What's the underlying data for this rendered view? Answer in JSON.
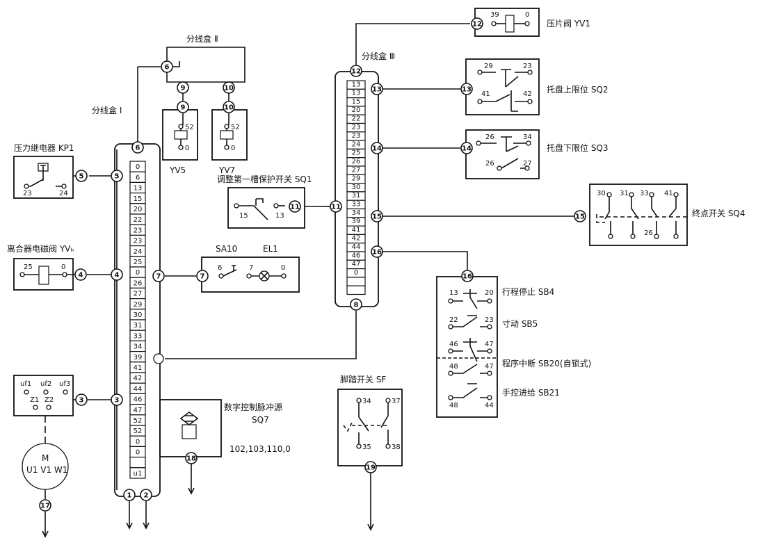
{
  "labels": {
    "box_j2_top": "分线盒 Ⅱ",
    "box_j1": "分线盒 Ⅰ",
    "box_j3": "分线盒 Ⅲ",
    "kp1": "压力继电器 KP1",
    "yvb": "离合器电磁阀 YVₕ",
    "yv5": "YV5",
    "yv7": "YV7",
    "sq1": "调整第一槽保护开关 SQ1",
    "sa10": "SA10",
    "el1": "EL1",
    "sq7_line1": "数字控制脉冲源",
    "sq7_line2": "SQ7",
    "sq7_line3": "102,103,110,0",
    "sf": "脚踏开关 SF",
    "yv1": "压片阀 YV1",
    "sq2": "托盘上限位 SQ2",
    "sq3": "托盘下限位 SQ3",
    "sq4": "终点开关 SQ4",
    "sb4": "行程停止 SB4",
    "sb5": "寸动 SB5",
    "sb20": "程序中断 SB20(自锁式)",
    "sb21": "手控进给 SB21",
    "motor_m": "M",
    "motor_uvw": "U1 V1 W1",
    "uf1": "uf1",
    "uf2": "uf2",
    "uf3": "uf3",
    "z1": "Z1",
    "z2": "Z2"
  },
  "strip1": [
    "0",
    "6",
    "13",
    "15",
    "20",
    "22",
    "23",
    "23",
    "24",
    "25",
    "0",
    "26",
    "27",
    "29",
    "30",
    "31",
    "33",
    "34",
    "39",
    "41",
    "42",
    "44",
    "46",
    "47",
    "52",
    "52",
    "0",
    "0",
    "",
    "u1"
  ],
  "strip2": [
    "13",
    "13",
    "15",
    "20",
    "22",
    "23",
    "23",
    "24",
    "25",
    "26",
    "27",
    "29",
    "30",
    "31",
    "33",
    "34",
    "39",
    "41",
    "42",
    "44",
    "46",
    "47",
    "0",
    "",
    ""
  ],
  "nodes": {
    "n1": "1",
    "n2": "2",
    "n3": "3",
    "n4": "4",
    "n5": "5",
    "n6": "6",
    "n7": "7",
    "n8": "8",
    "n9": "9",
    "n10": "10",
    "n11": "11",
    "n12": "12",
    "n13": "13",
    "n14": "14",
    "n15": "15",
    "n16": "16",
    "n17": "17",
    "n18": "18",
    "n19": "19"
  },
  "terminals": {
    "kp1_a": "23",
    "kp1_b": "24",
    "yvb_a": "25",
    "yvb_b": "0",
    "yv5_a": "52",
    "yv5_b": "0",
    "yv7_a": "52",
    "yv7_b": "0",
    "sq1_a": "15",
    "sq1_b": "13",
    "sa_a": "6",
    "sa_b": "7",
    "el_b": "0",
    "yv1_a": "39",
    "yv1_b": "0",
    "sq2_a": "29",
    "sq2_b": "23",
    "sq2_c": "41",
    "sq2_d": "42",
    "sq3_a": "26",
    "sq3_b": "34",
    "sq3_c": "26",
    "sq3_d": "27",
    "sq4_a": "30",
    "sq4_b": "31",
    "sq4_c": "33",
    "sq4_d": "41",
    "sq4_e": "26",
    "sb_a": "13",
    "sb_b": "20",
    "sb_c": "22",
    "sb_d": "23",
    "sb_e": "46",
    "sb_f": "47",
    "sb_g": "48",
    "sb_h": "47",
    "sb_i": "48",
    "sb_j": "44",
    "sf_a": "34",
    "sf_b": "37",
    "sf_c": "35",
    "sf_d": "38"
  }
}
